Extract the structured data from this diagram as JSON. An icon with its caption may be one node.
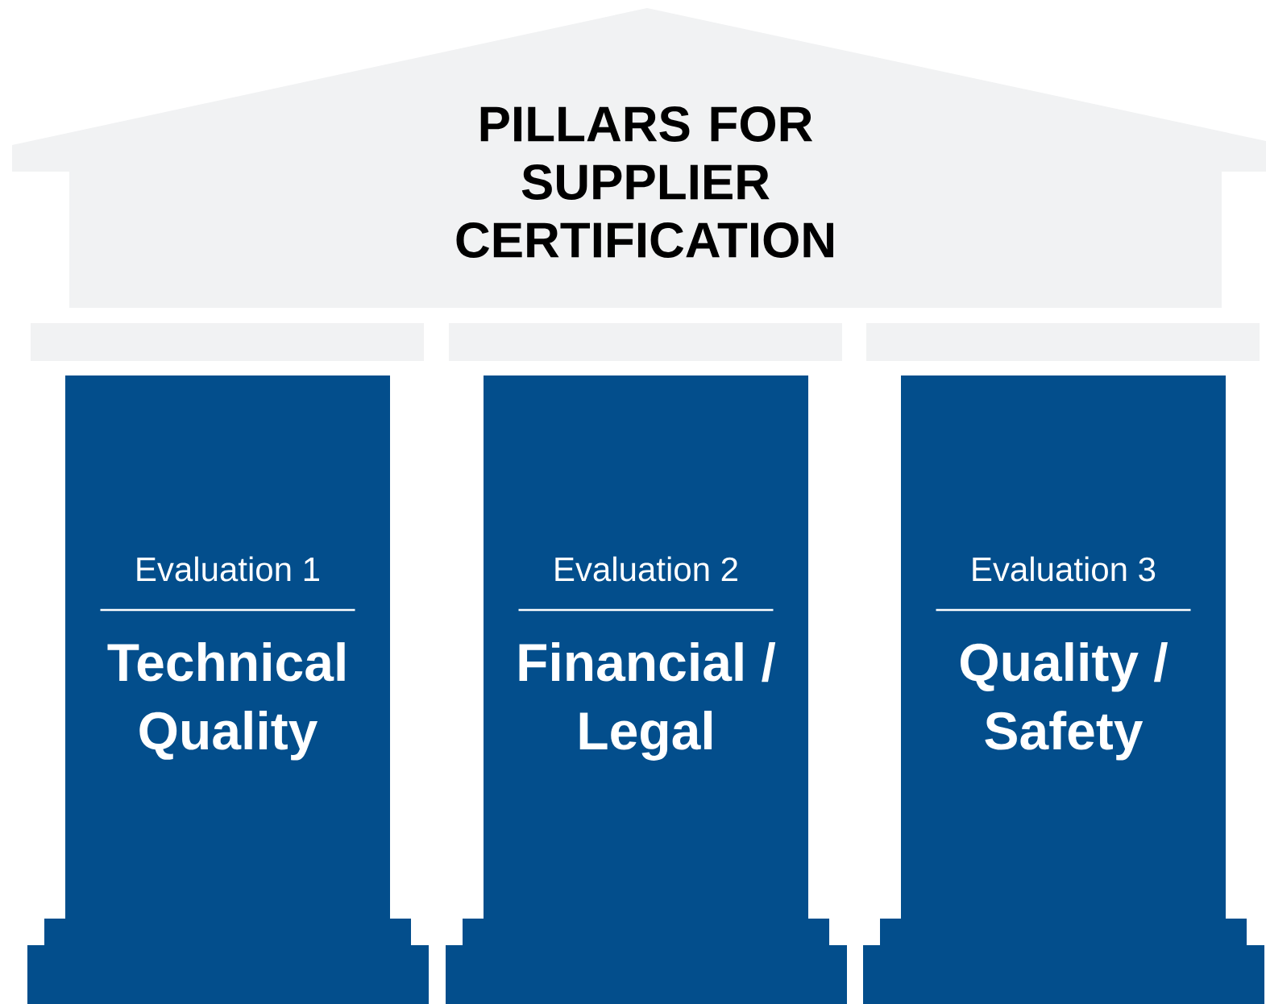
{
  "diagram": {
    "nodes": [
      {
        "text": [
          "PILLARS FOR SUPPLIER CERTIFICATION"
        ]
      },
      {
        "text": [
          "Evaluation 1",
          "Technical Quality"
        ]
      },
      {
        "text": [
          "Evaluation 2",
          "Financial / Legal"
        ]
      },
      {
        "text": [
          "Evaluation 3",
          "Quality / Safety"
        ]
      }
    ]
  }
}
